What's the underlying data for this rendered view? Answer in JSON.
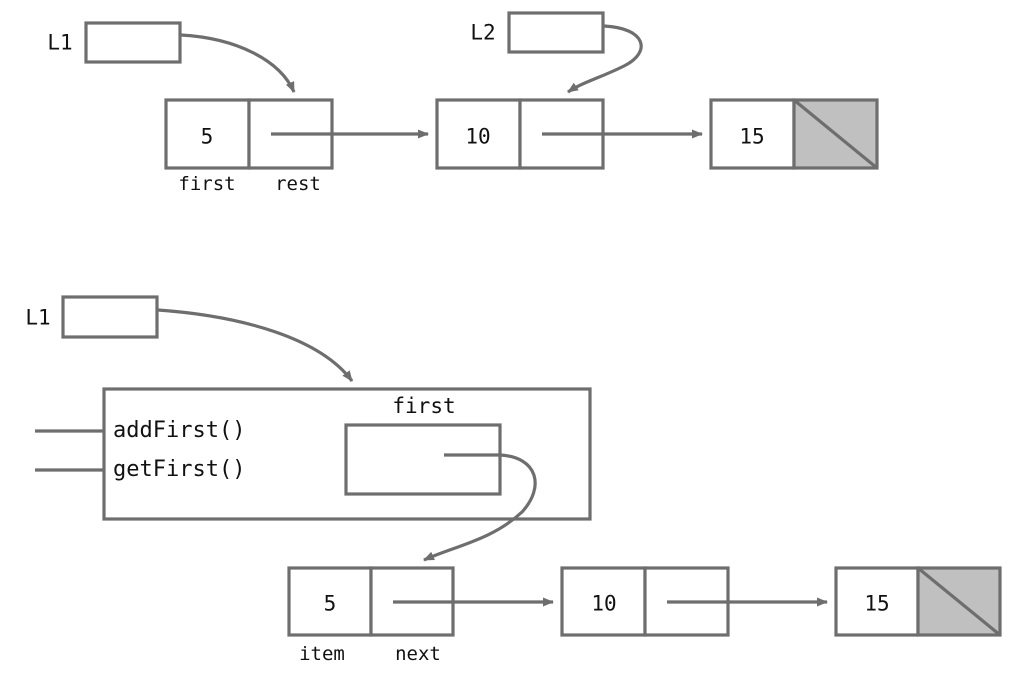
{
  "diagram": {
    "title": "linked-list-representations",
    "stroke_color": "#6e6e6e",
    "null_fill_color": "#c0c0c0",
    "text_color": "#111111",
    "background_color": "#ffffff"
  },
  "top_figure": {
    "name": "recursive-list-figure",
    "pointers": [
      {
        "label": "L1",
        "target": "node-5-rest-cell"
      },
      {
        "label": "L2",
        "target": "node-10-rest-cell"
      }
    ],
    "field_labels": {
      "left": "first",
      "right": "rest"
    },
    "nodes": [
      {
        "value": "5",
        "next_is_null": false
      },
      {
        "value": "10",
        "next_is_null": false
      },
      {
        "value": "15",
        "next_is_null": true
      }
    ]
  },
  "bottom_figure": {
    "name": "object-list-figure",
    "pointer": {
      "label": "L1",
      "target": "list-object"
    },
    "list_object": {
      "name": "list-object",
      "methods": [
        "addFirst()",
        "getFirst()"
      ],
      "field_label": "first"
    },
    "field_labels": {
      "left": "item",
      "right": "next"
    },
    "nodes": [
      {
        "value": "5",
        "next_is_null": false
      },
      {
        "value": "10",
        "next_is_null": false
      },
      {
        "value": "15",
        "next_is_null": true
      }
    ]
  }
}
